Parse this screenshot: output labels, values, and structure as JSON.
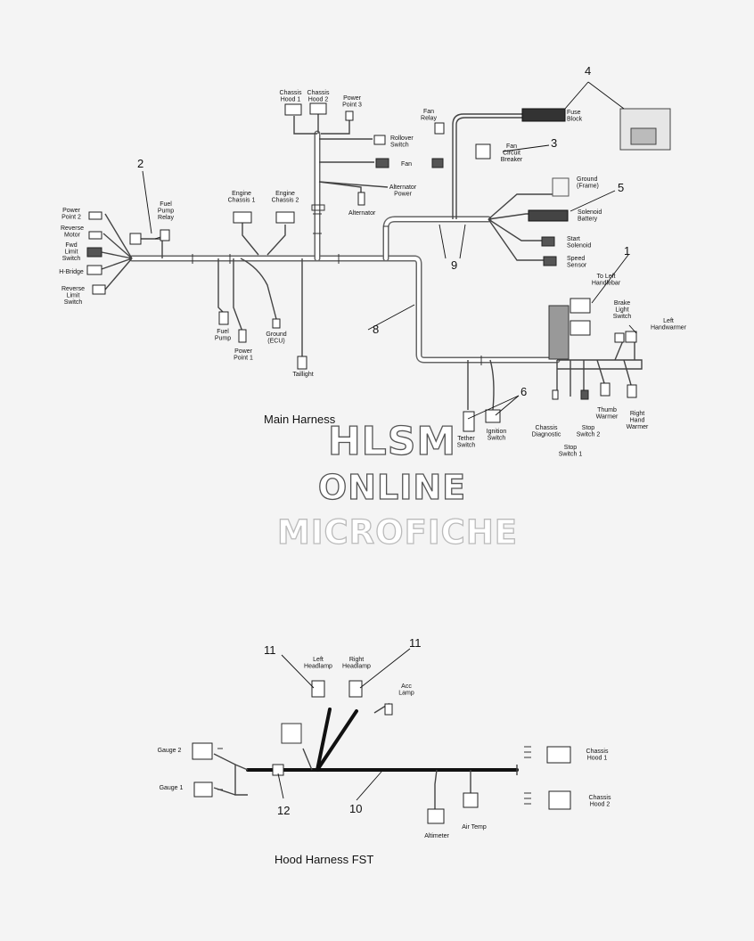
{
  "main_harness": {
    "title": "Main Harness",
    "callouts": {
      "n1": "1",
      "n2": "2",
      "n3": "3",
      "n4": "4",
      "n5": "5",
      "n6": "6",
      "n8": "8",
      "n9": "9"
    },
    "labels": {
      "chassis_hood_1": [
        "Chassis",
        "Hood 1"
      ],
      "chassis_hood_2": [
        "Chassis",
        "Hood 2"
      ],
      "power_point_3": [
        "Power",
        "Point 3"
      ],
      "rollover_switch": [
        "Rollover",
        "Switch"
      ],
      "fan": [
        "Fan"
      ],
      "alternator_power": [
        "Alternator",
        "Power"
      ],
      "alternator": [
        "Alternator"
      ],
      "fan_relay": [
        "Fan",
        "Relay"
      ],
      "fuse_block": [
        "Fuse",
        "Block"
      ],
      "fan_circuit_breaker": [
        "Fan",
        "Circuit",
        "Breaker"
      ],
      "ground_frame": [
        "Ground",
        "(Frame)"
      ],
      "solenoid_battery": [
        "Solenoid",
        "Battery"
      ],
      "start_solenoid": [
        "Start",
        "Solenoid"
      ],
      "speed_sensor": [
        "Speed",
        "Sensor"
      ],
      "to_left_handlebar": [
        "To Left",
        "Handlebar"
      ],
      "brake_light_switch": [
        "Brake",
        "Light",
        "Switch"
      ],
      "left_handwarmer": [
        "Left",
        "Handwarmer"
      ],
      "thumb_warmer": [
        "Thumb",
        "Warmer"
      ],
      "right_hand_warmer": [
        "Right",
        "Hand",
        "Warmer"
      ],
      "chassis_diagnostic": [
        "Chassis",
        "Diagnostic"
      ],
      "stop_switch_2": [
        "Stop",
        "Switch 2"
      ],
      "stop_switch_1": [
        "Stop",
        "Switch 1"
      ],
      "tether_switch": [
        "Tether",
        "Switch"
      ],
      "ignition_switch": [
        "Ignition",
        "Switch"
      ],
      "taillight": [
        "Taillight"
      ],
      "power_point_1": [
        "Power",
        "Point 1"
      ],
      "fuel_pump": [
        "Fuel",
        "Pump"
      ],
      "ground_ecu": [
        "Ground",
        "(ECU)"
      ],
      "engine_chassis_1": [
        "Engine",
        "Chassis 1"
      ],
      "engine_chassis_2": [
        "Engine",
        "Chassis 2"
      ],
      "fuel_pump_relay": [
        "Fuel",
        "Pump",
        "Relay"
      ],
      "power_point_2": [
        "Power",
        "Point 2"
      ],
      "reverse_motor": [
        "Reverse",
        "Motor"
      ],
      "fwd_limit_switch": [
        "Fwd",
        "Limit",
        "Switch"
      ],
      "h_bridge": [
        "H-Bridge"
      ],
      "reverse_limit_switch": [
        "Reverse",
        "Limit",
        "Switch"
      ]
    }
  },
  "watermark": {
    "line1": "HLSM",
    "line2": "ONLINE",
    "line3": "MICROFICHE"
  },
  "hood_harness": {
    "title": "Hood Harness  FST",
    "callouts": {
      "n10": "10",
      "n11a": "11",
      "n11b": "11",
      "n12": "12"
    },
    "labels": {
      "left_headlamp": [
        "Left",
        "Headlamp"
      ],
      "right_headlamp": [
        "Right",
        "Headlamp"
      ],
      "acc_lamp": [
        "Acc",
        "Lamp"
      ],
      "gauge_2": [
        "Gauge 2"
      ],
      "gauge_1": [
        "Gauge 1"
      ],
      "chassis_hood_1": [
        "Chassis",
        "Hood 1"
      ],
      "chassis_hood_2": [
        "Chassis",
        "Hood 2"
      ],
      "altimeter": [
        "Altimeter"
      ],
      "air_temp": [
        "Air Temp"
      ]
    }
  }
}
